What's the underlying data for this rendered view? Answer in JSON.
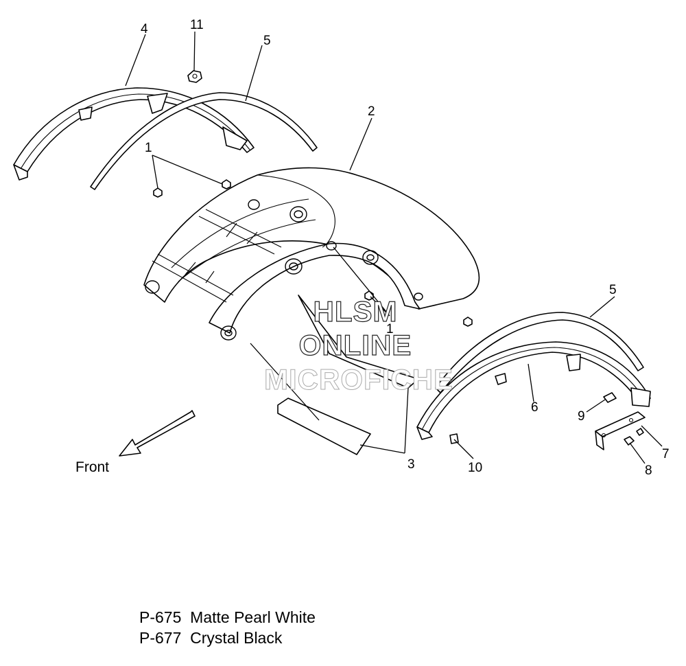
{
  "diagram": {
    "callouts": {
      "c1a": "1",
      "c1b": "1",
      "c2": "2",
      "c3": "3",
      "c4": "4",
      "c5a": "5",
      "c5b": "5",
      "c6": "6",
      "c7": "7",
      "c8": "8",
      "c9": "9",
      "c10": "10",
      "c11": "11"
    },
    "front_label": "Front",
    "watermark": {
      "line1": "HLSM",
      "line2": "ONLINE",
      "line3": "MICROFICHE"
    }
  },
  "legend": [
    {
      "code": "P-675",
      "name": "Matte Pearl White"
    },
    {
      "code": "P-677",
      "name": "Crystal Black"
    }
  ]
}
